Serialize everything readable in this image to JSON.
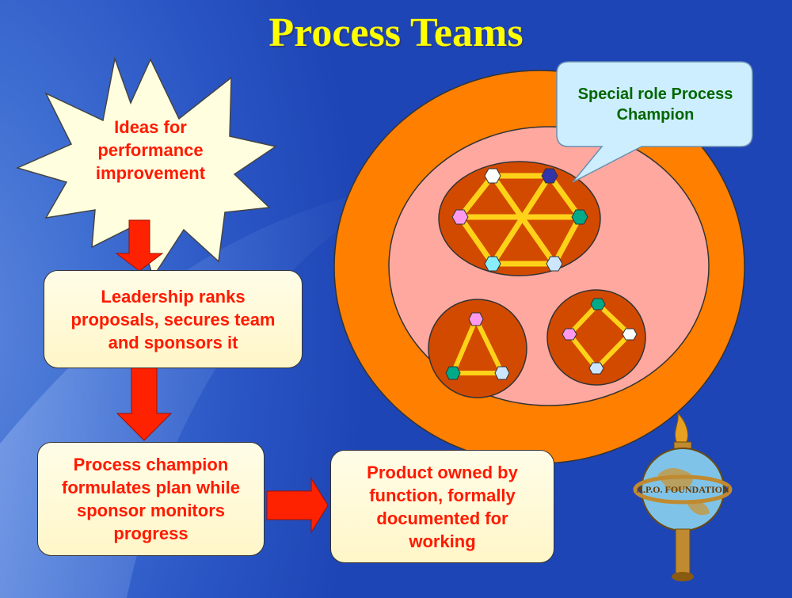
{
  "slide": {
    "title": "Process Teams",
    "starburst_text": "Ideas for performance improvement",
    "step_leadership": "Leadership ranks proposals, secures team and sponsors it",
    "step_champion": "Process champion formulates plan while sponsor monitors progress",
    "step_product": "Product owned by function, formally documented for working",
    "callout_text": "Special role Process Champion",
    "logo_text": "A.P.O. FOUNDATION"
  },
  "colors": {
    "title": "#ffff00",
    "box_text": "#ff1a00",
    "callout_text": "#006600",
    "outer_ring": "#ff7f00",
    "inner_ring": "#ffa8a0",
    "team_circle": "#d24a00",
    "link_line": "#ffd21a",
    "arrow": "#ff2200"
  },
  "icons": [
    "starburst-shape",
    "down-arrow-icon",
    "right-arrow-icon",
    "speech-bubble",
    "globe-torch-logo"
  ]
}
